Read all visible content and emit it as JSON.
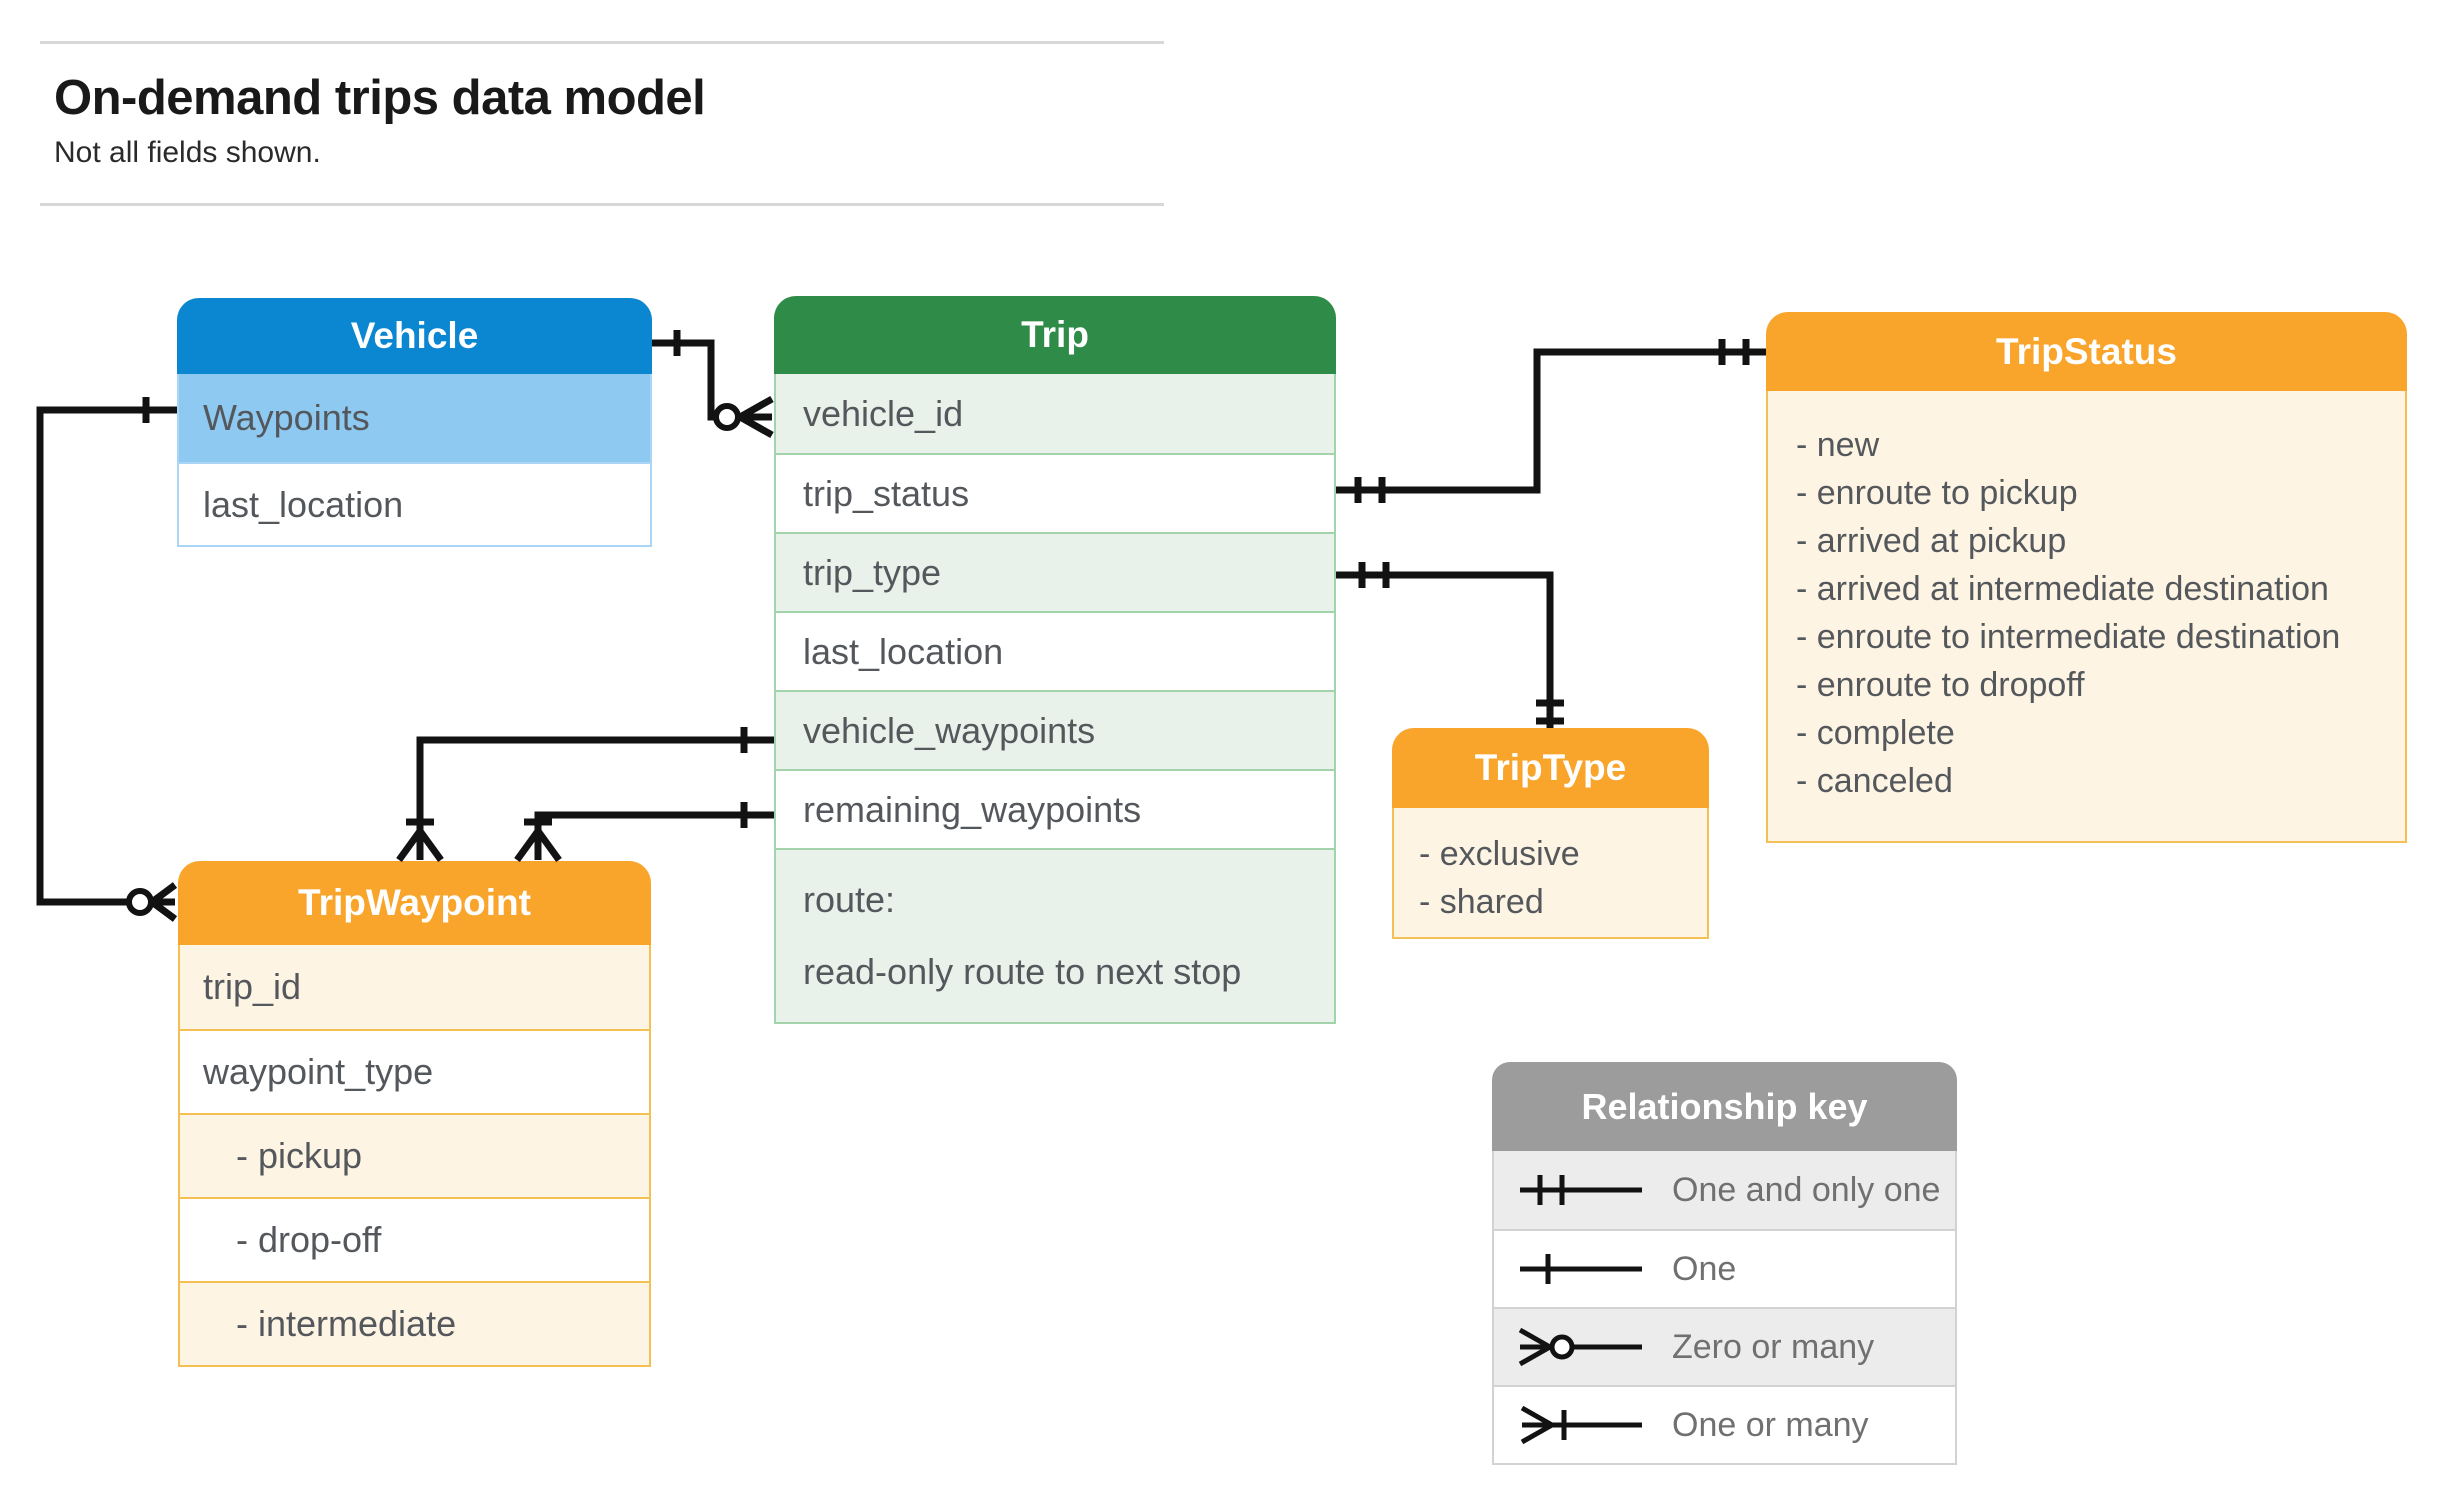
{
  "page": {
    "title": "On-demand trips data model",
    "subtitle": "Not all fields shown."
  },
  "entities": {
    "vehicle": {
      "title": "Vehicle",
      "fields": [
        "Waypoints",
        "last_location"
      ]
    },
    "trip": {
      "title": "Trip",
      "fields": [
        "vehicle_id",
        "trip_status",
        "trip_type",
        "last_location",
        "vehicle_waypoints",
        "remaining_waypoints"
      ],
      "route": [
        "route:",
        "read-only route to next stop"
      ]
    },
    "tripstatus": {
      "title": "TripStatus",
      "values": [
        "- new",
        "- enroute to pickup",
        "- arrived at pickup",
        "- arrived at intermediate destination",
        "- enroute to intermediate destination",
        "- enroute to dropoff",
        "- complete",
        "- canceled"
      ]
    },
    "triptype": {
      "title": "TripType",
      "values": [
        "- exclusive",
        "- shared"
      ]
    },
    "tripwaypoint": {
      "title": "TripWaypoint",
      "fields": [
        "trip_id",
        "waypoint_type",
        "- pickup",
        "- drop-off",
        "- intermediate"
      ]
    }
  },
  "relationships": [
    {
      "from": "Vehicle",
      "to": "Trip.vehicle_id",
      "from_cardinality": "one",
      "to_cardinality": "zero-or-many"
    },
    {
      "from": "Vehicle.Waypoints",
      "to": "TripWaypoint",
      "from_cardinality": "one",
      "to_cardinality": "zero-or-many"
    },
    {
      "from": "Trip.trip_status",
      "to": "TripStatus",
      "from_cardinality": "one-and-only-one",
      "to_cardinality": "one-and-only-one"
    },
    {
      "from": "Trip.trip_type",
      "to": "TripType",
      "from_cardinality": "one-and-only-one",
      "to_cardinality": "one-and-only-one"
    },
    {
      "from": "Trip.vehicle_waypoints",
      "to": "TripWaypoint",
      "from_cardinality": "one",
      "to_cardinality": "one-or-many"
    },
    {
      "from": "Trip.remaining_waypoints",
      "to": "TripWaypoint",
      "from_cardinality": "one",
      "to_cardinality": "one-or-many"
    }
  ],
  "legend": {
    "title": "Relationship key",
    "items": [
      {
        "symbol": "one-and-only-one",
        "label": "One and only one"
      },
      {
        "symbol": "one",
        "label": "One"
      },
      {
        "symbol": "zero-or-many",
        "label": "Zero or many"
      },
      {
        "symbol": "one-or-many",
        "label": "One or many"
      }
    ]
  },
  "colors": {
    "vehicle_header": "#0b86d1",
    "vehicle_row": "#8ec9f2",
    "vehicle_border": "#abd5f4",
    "trip_header": "#2f8b48",
    "trip_row": "#e8f2ea",
    "trip_border": "#a2d3ab",
    "orange_header": "#f9a42b",
    "orange_row": "#fdf4e3",
    "orange_border": "#f5c053",
    "key_header": "#9c9c9c",
    "key_row": "#ececec",
    "key_border": "#d2d2d2",
    "cell_text": "#54585c",
    "key_text": "#707070",
    "title_text": "#191919",
    "divider": "#d8d8d8",
    "connector": "#121212"
  }
}
